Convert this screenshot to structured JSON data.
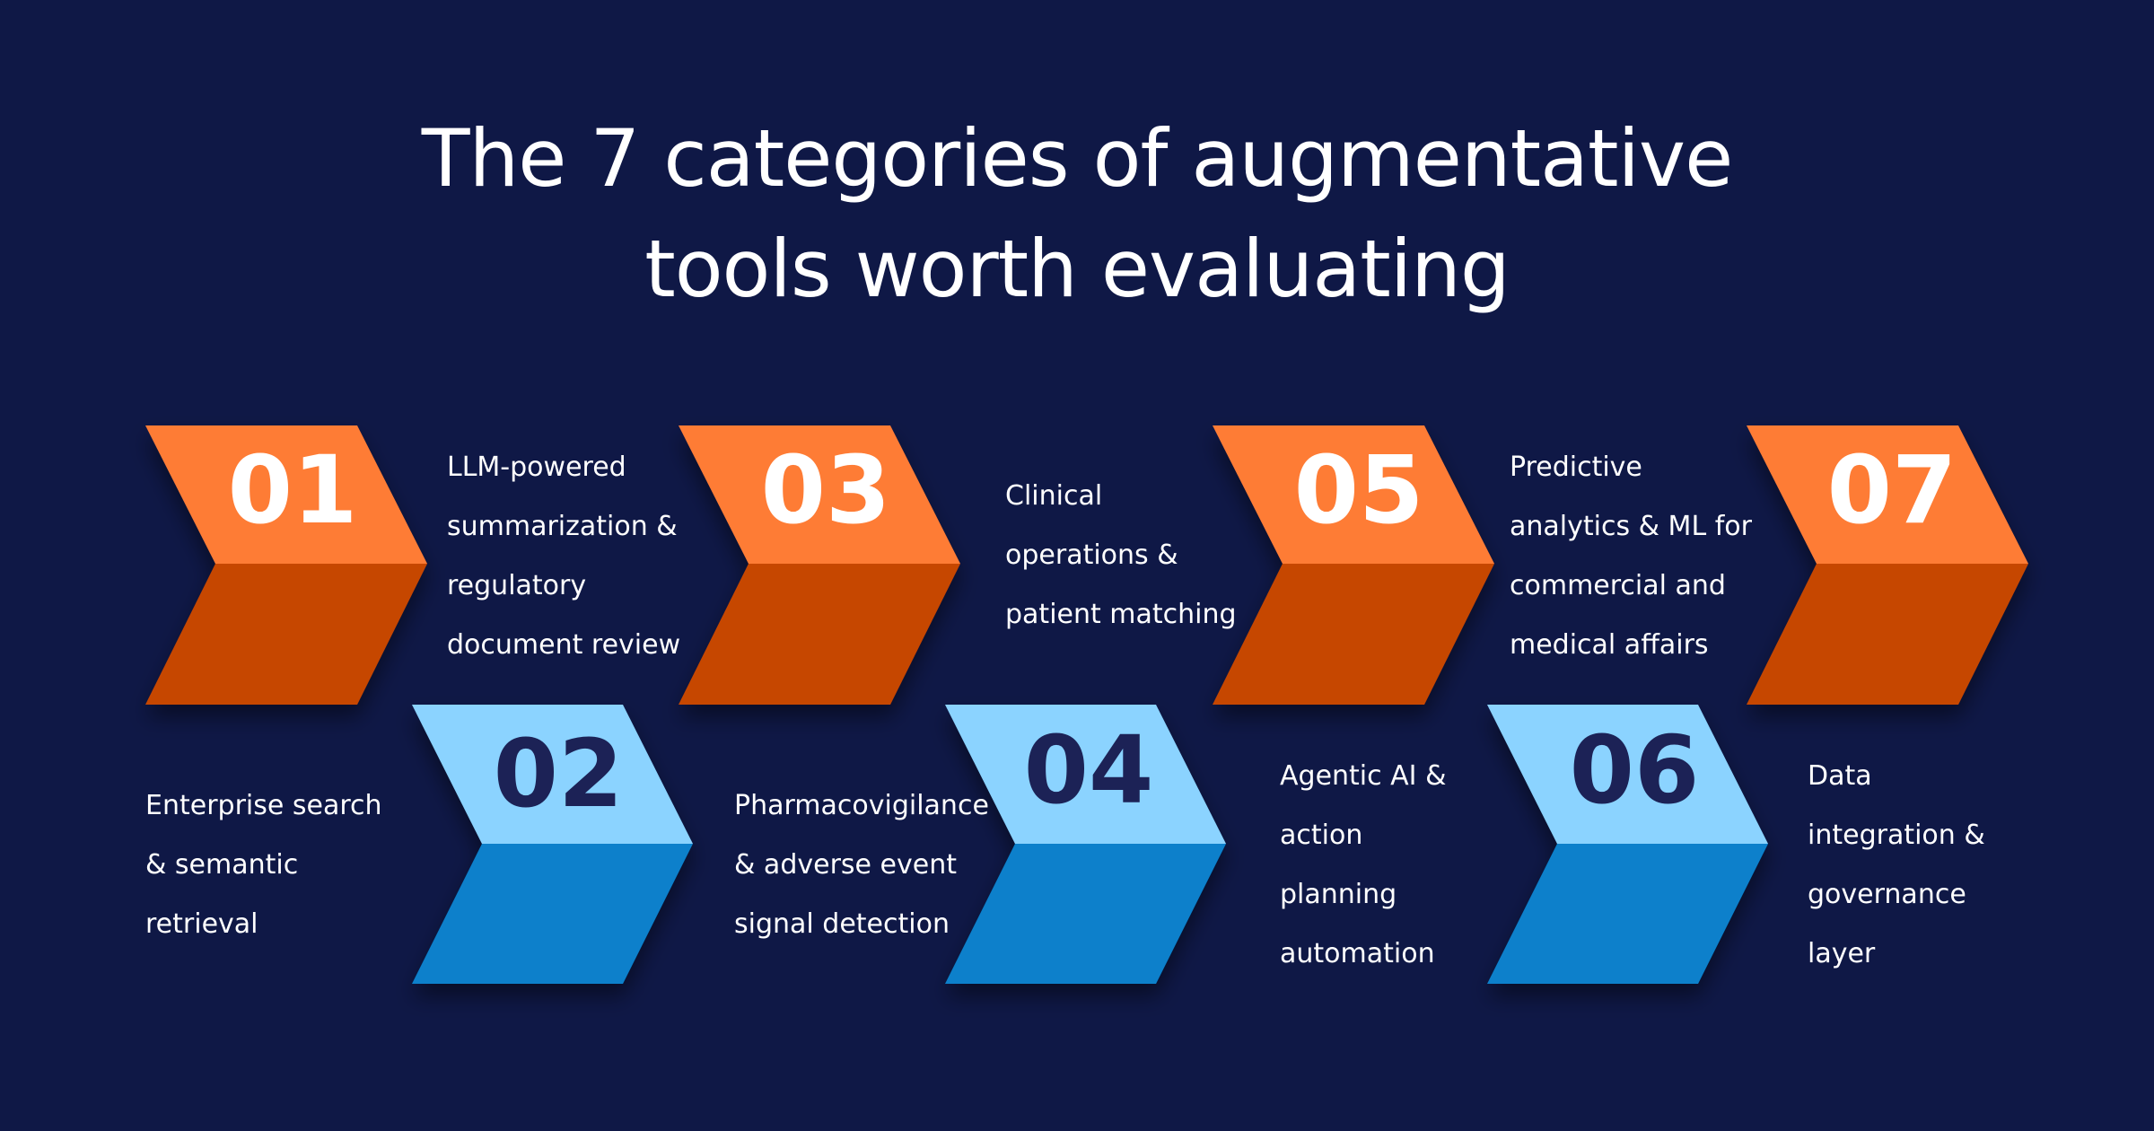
{
  "title": {
    "line1": "The 7 categories of augmentative",
    "line2": "tools worth evaluating"
  },
  "colors": {
    "background": "#0f1846",
    "orange_top": "#fe7c35",
    "orange_bottom": "#c64606",
    "blue_top": "#8bd3ff",
    "blue_bottom": "#0980cb",
    "orange_number": "#ffffff",
    "blue_number": "#1a2256"
  },
  "steps": [
    {
      "number": "01",
      "theme": "orange",
      "lines": [
        "LLM-powered",
        "summarization &",
        "regulatory",
        "document review"
      ]
    },
    {
      "number": "02",
      "theme": "blue",
      "lines": [
        "Enterprise search",
        "& semantic",
        "retrieval"
      ]
    },
    {
      "number": "03",
      "theme": "orange",
      "lines": [
        "Clinical",
        "operations &",
        "patient matching"
      ]
    },
    {
      "number": "04",
      "theme": "blue",
      "lines": [
        "Pharmacovigilance",
        "& adverse event",
        "signal detection"
      ]
    },
    {
      "number": "05",
      "theme": "orange",
      "lines": [
        "Predictive",
        "analytics & ML for",
        "commercial and",
        "medical affairs"
      ]
    },
    {
      "number": "06",
      "theme": "blue",
      "lines": [
        "Agentic AI &",
        "action",
        "planning",
        "automation"
      ]
    },
    {
      "number": "07",
      "theme": "orange",
      "lines": []
    },
    {
      "number": "",
      "theme": "",
      "lines": [
        "Data",
        "integration &",
        "governance",
        "layer"
      ]
    }
  ]
}
